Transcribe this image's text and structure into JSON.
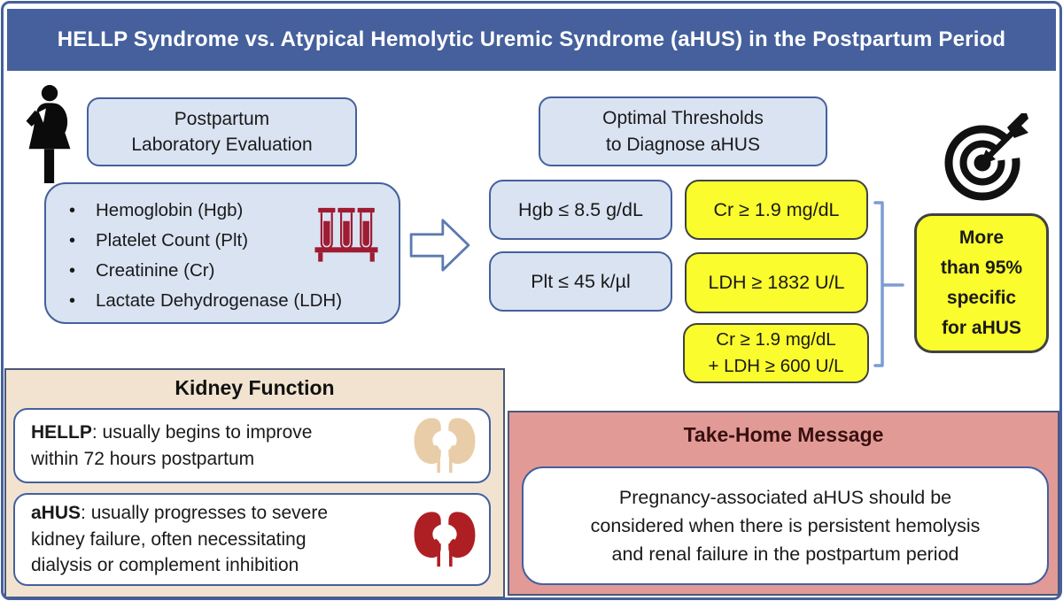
{
  "title": "HELLP Syndrome vs. Atypical Hemolytic Uremic Syndrome (aHUS) in the Postpartum Period",
  "lab": {
    "header": [
      "Postpartum",
      "Laboratory Evaluation"
    ],
    "tests": [
      "Hemoglobin (Hgb)",
      "Platelet Count (Plt)",
      "Creatinine (Cr)",
      "Lactate Dehydrogenase (LDH)"
    ]
  },
  "thresholds": {
    "header": [
      "Optimal Thresholds",
      "to Diagnose aHUS"
    ],
    "hemoglobin": "Hgb ≤ 8.5 g/dL",
    "platelets": "Plt ≤ 45 k/µl",
    "creatinine": "Cr ≥ 1.9 mg/dL",
    "ldh": "LDH ≥ 1832 U/L",
    "combined": [
      "Cr ≥ 1.9 mg/dL",
      "+ LDH ≥ 600 U/L"
    ],
    "specificity": [
      "More",
      "than 95%",
      "specific",
      "for aHUS"
    ]
  },
  "kidney_function": {
    "header": "Kidney Function",
    "hellp": {
      "label": "HELLP",
      "line1": ": usually begins to improve",
      "line2": "within 72 hours postpartum"
    },
    "ahus": {
      "label": "aHUS",
      "line1": ": usually progresses to severe",
      "line2": "kidney failure, often necessitating",
      "line3": "dialysis or complement inhibition"
    }
  },
  "take_home": {
    "header": "Take-Home Message",
    "message_lines": [
      "Pregnancy-associated aHUS should be",
      "considered when there is persistent hemolysis",
      "and renal failure in the postpartum period"
    ]
  },
  "icons": {
    "pregnant_woman": "pregnant-woman-icon",
    "test_tubes": "test-tubes-icon",
    "right_arrow": "right-arrow-icon",
    "target": "target-icon",
    "bracket": "grouping-bracket",
    "kidneys_light": "kidneys-light-icon",
    "kidneys_dark": "kidneys-dark-icon"
  },
  "colors": {
    "banner_blue": "#45609C",
    "light_blue": "#DAE3F2",
    "box_border_blue": "#44609D",
    "yellow": "#FAFC2D",
    "yellow_border": "#3F4243",
    "tan": "#F2E3D0",
    "salmon": "#E29A97",
    "panel_border": "#4A5878",
    "dark_red": "#9E1B32",
    "kidney_light": "#E9CDA8",
    "kidney_dark": "#AE1F23",
    "bracket_blue": "#7C9CD3",
    "ink": "#1A1A1A",
    "maroon": "#38100F"
  }
}
